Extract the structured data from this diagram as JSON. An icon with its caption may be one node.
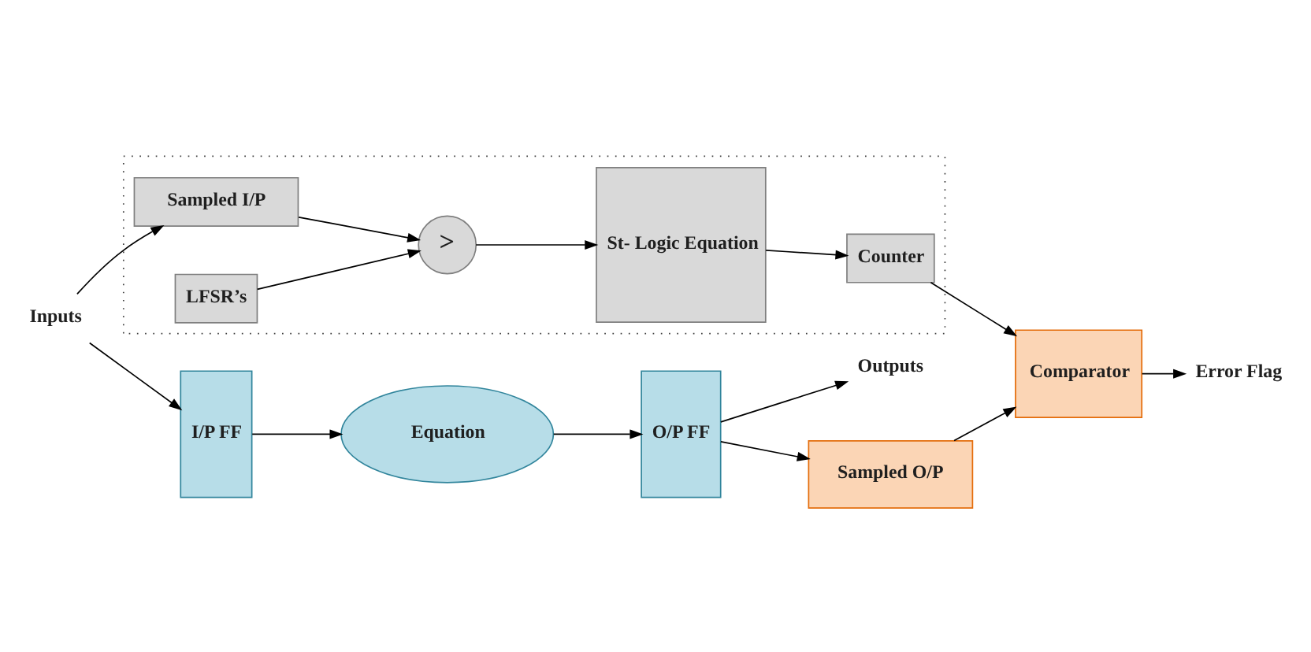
{
  "diagram": {
    "nodes": [
      {
        "text": [
          "Inputs"
        ]
      },
      {
        "text": [
          "I/P FF"
        ]
      },
      {
        "text": [
          "Equation"
        ]
      },
      {
        "text": [
          "O/P FF"
        ]
      },
      {
        "text": [
          "Outputs"
        ]
      },
      {
        "text": [
          "Sampled O/P"
        ]
      },
      {
        "text": [],
        "shape": "box"
      },
      {
        "text": [
          "Sampled I/P"
        ],
        "in": 6
      },
      {
        "text": [
          ">"
        ],
        "in": 6
      },
      {
        "text": [
          "St- Logic Equation"
        ],
        "in": 6
      },
      {
        "text": [
          "Counter"
        ],
        "in": 6
      },
      {
        "text": [
          "LFSR’s"
        ],
        "in": 6
      },
      {
        "text": [
          "Comparator"
        ]
      },
      {
        "text": [
          "Error Flag"
        ]
      }
    ],
    "edges": [
      {
        "from": 0,
        "to": 1,
        "arrow": "to"
      },
      {
        "from": 1,
        "to": 2,
        "arrow": "to"
      },
      {
        "from": 2,
        "to": 3,
        "arrow": "to"
      },
      {
        "from": 3,
        "to": 4,
        "arrow": "to"
      },
      {
        "from": 0,
        "to": 7,
        "arrow": "to"
      },
      {
        "from": 3,
        "to": 5,
        "arrow": "to"
      },
      {
        "from": 7,
        "to": 8,
        "arrow": "to"
      },
      {
        "from": 11,
        "to": 8,
        "arrow": "to"
      },
      {
        "from": 8,
        "to": 9,
        "arrow": "to"
      },
      {
        "from": 9,
        "to": 10,
        "arrow": "to"
      },
      {
        "from": 10,
        "to": 12,
        "arrow": "to"
      },
      {
        "from": 5,
        "to": 12,
        "arrow": "to"
      },
      {
        "from": 12,
        "to": 13,
        "arrow": "to"
      }
    ]
  }
}
